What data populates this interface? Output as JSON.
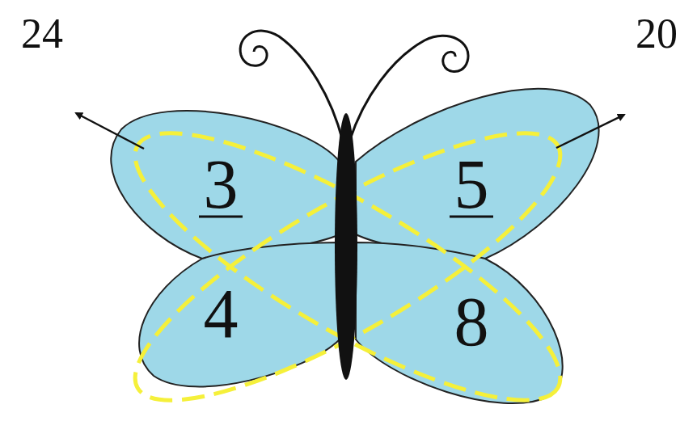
{
  "diagram": {
    "labels": [
      "24",
      "20",
      "3",
      "4",
      "5",
      "8"
    ]
  }
}
